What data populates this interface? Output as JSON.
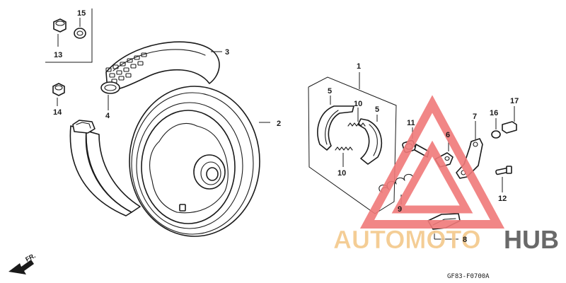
{
  "diagram": {
    "callouts": {
      "c1": "1",
      "c2": "2",
      "c3": "3",
      "c4": "4",
      "c5a": "5",
      "c5b": "5",
      "c6": "6",
      "c7": "7",
      "c8": "8",
      "c9": "9",
      "c10a": "10",
      "c10b": "10",
      "c11": "11",
      "c12": "12",
      "c13": "13",
      "c14": "14",
      "c15": "15",
      "c16": "16",
      "c17": "17"
    },
    "direction_marker": "FR.",
    "drawing_code": "GF83-F0700A"
  },
  "watermark": {
    "part1": "AUTOMOTO",
    "part2": "HUB",
    "colors": {
      "primary": "#f07a7a",
      "accent": "#f3c88a",
      "dark": "#595959"
    }
  }
}
